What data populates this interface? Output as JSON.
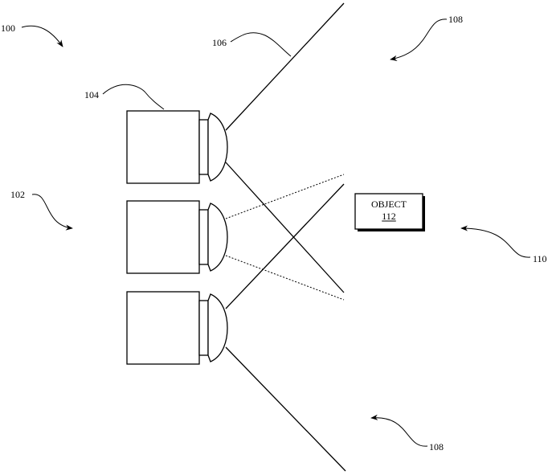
{
  "labels": {
    "system": "100",
    "camera_array": "102",
    "camera": "104",
    "field_of_view": "106",
    "region_top": "108",
    "region_bottom": "108",
    "object_region": "110"
  },
  "object_box": {
    "title": "OBJECT",
    "number": "112"
  },
  "colors": {
    "ink": "#000000",
    "paper": "#ffffff"
  }
}
